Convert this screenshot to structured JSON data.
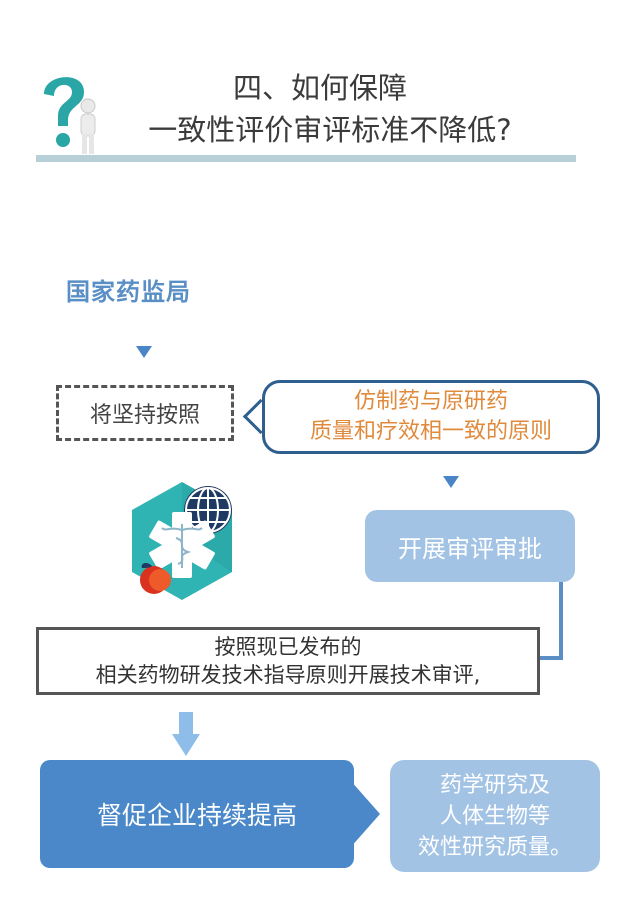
{
  "header": {
    "title_line1": "四、如何保障",
    "title_line2": "一致性评价审评标准不降低?",
    "icon": "question-mark-figure-icon"
  },
  "flow": {
    "agency": "国家药监局",
    "adhere": "将坚持按照",
    "principle_line1": "仿制药与原研药",
    "principle_line2": "质量和疗效相一致的原则",
    "review": "开展审评审批",
    "medical_icon": "medical-globe-apple-icon",
    "tech_line1": "按照现已发布的",
    "tech_line2": "相关药物研发技术指导原则开展技术审评,",
    "urge": "督促企业持续提高",
    "quality_line1": "药学研究及",
    "quality_line2": "人体生物等",
    "quality_line3": "效性研究质量。"
  },
  "colors": {
    "accent_blue": "#4a88c9",
    "light_blue": "#a3c3e5",
    "orange_text": "#e08a3c",
    "teal": "#2fb3b3"
  }
}
